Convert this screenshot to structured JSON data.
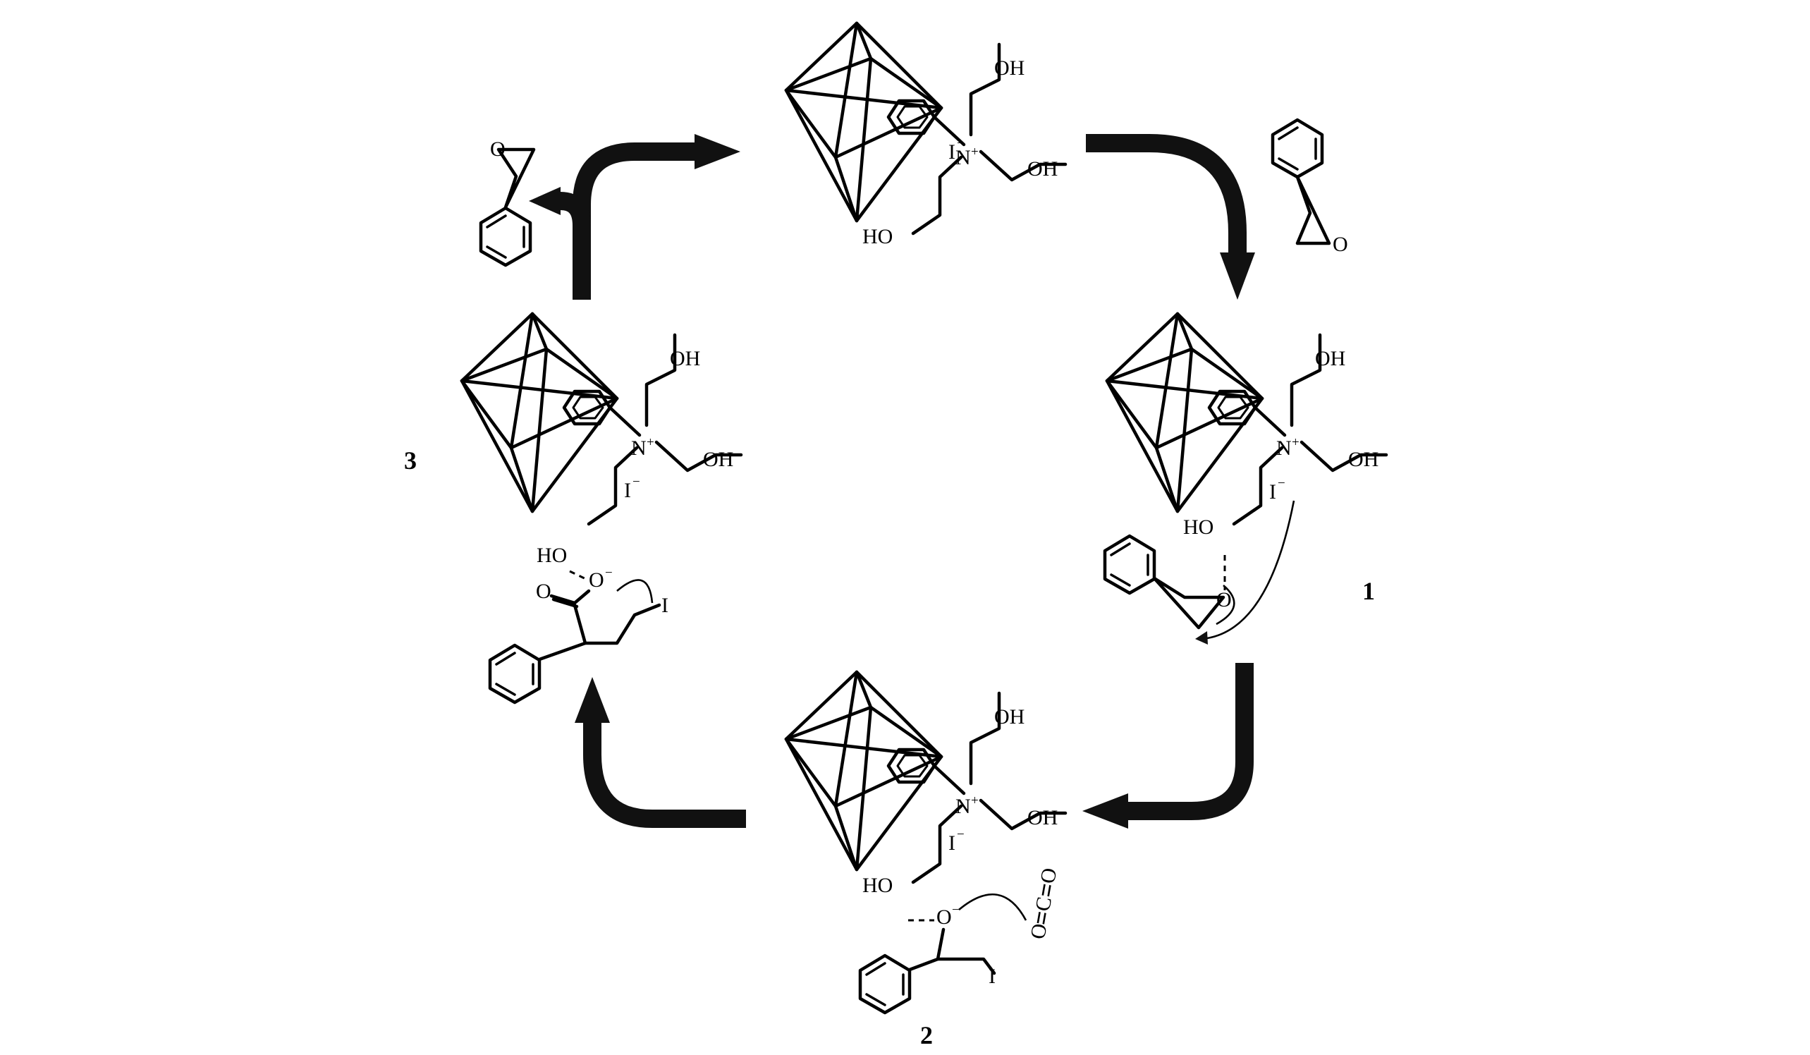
{
  "labels": {
    "oh": "OH",
    "ho": "HO",
    "n": "N",
    "plus": "+",
    "iodide": "I",
    "minus": "−",
    "o": "O",
    "i": "I",
    "co2_o1": "O",
    "co2_c": "C",
    "co2_o2": "O"
  },
  "intermediates": {
    "one": "1",
    "two": "2",
    "three": "3"
  },
  "colors": {
    "ink": "#000000",
    "arrow": "#111111",
    "background": "#ffffff"
  }
}
